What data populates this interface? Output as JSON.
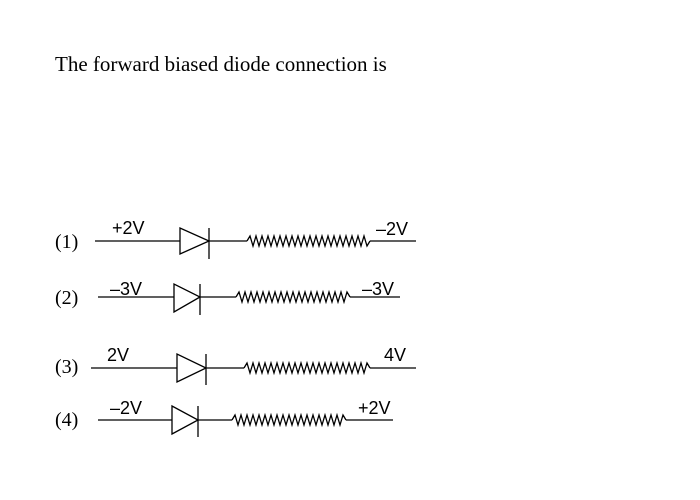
{
  "question": {
    "text": "The forward biased diode connection is"
  },
  "options": [
    {
      "number": "(1)",
      "left_voltage": "+2V",
      "right_voltage": "–2V"
    },
    {
      "number": "(2)",
      "left_voltage": "–3V",
      "right_voltage": "–3V"
    },
    {
      "number": "(3)",
      "left_voltage": "2V",
      "right_voltage": "4V"
    },
    {
      "number": "(4)",
      "left_voltage": "–2V",
      "right_voltage": "+2V"
    }
  ]
}
